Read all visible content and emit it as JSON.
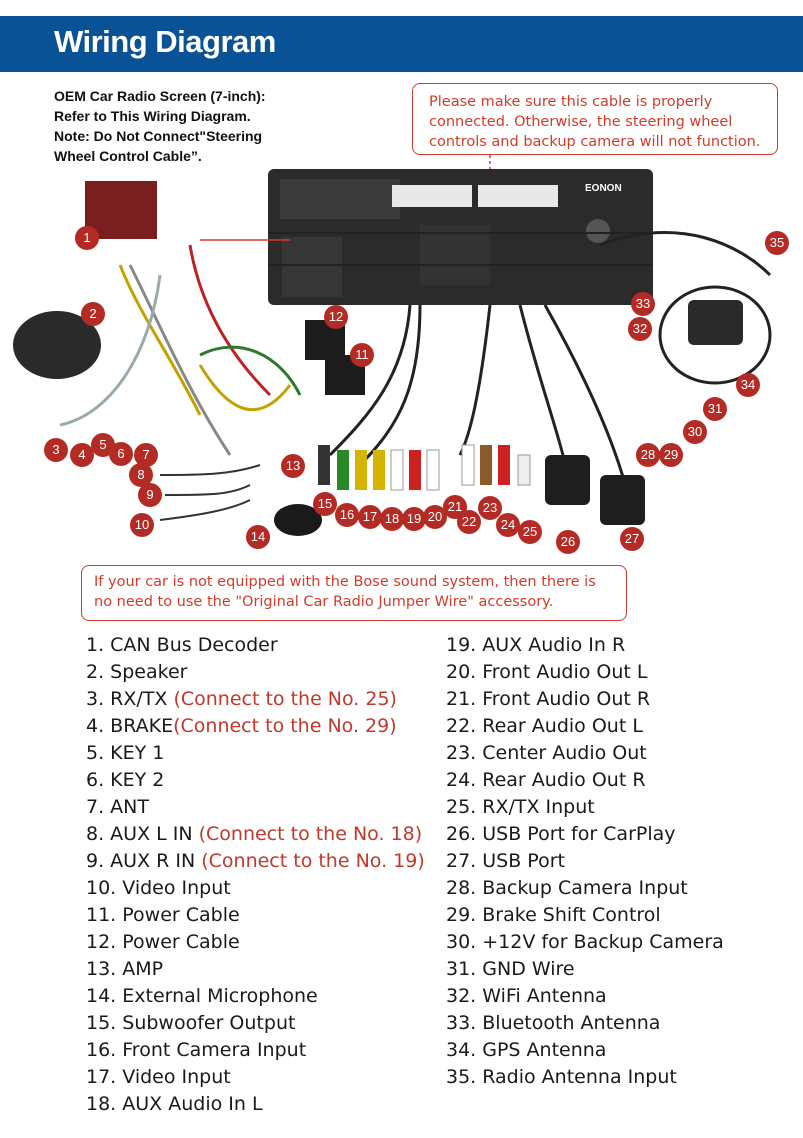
{
  "header": {
    "title": "Wiring Diagram"
  },
  "oem_note": {
    "lines": [
      "OEM Car Radio Screen (7-inch):",
      "Refer to This Wiring Diagram.",
      "Note: Do Not Connect\"Steering",
      "Wheel Control Cable”."
    ]
  },
  "callout_top": {
    "lines": [
      "Please make sure this cable is properly",
      "connected. Otherwise,  the steering wheel",
      "controls and backup camera will not function."
    ]
  },
  "callout_bose": {
    "lines": [
      "If your car is not equipped with the Bose sound system, then there is",
      "no need to use the \"Original Car Radio Jumper Wire\" accessory."
    ]
  },
  "brand": "EONON",
  "colors": {
    "header": "#0a5296",
    "accent_red": "#b32b24",
    "note_red": "#c0392b"
  },
  "markers": [
    "1",
    "2",
    "3",
    "4",
    "5",
    "6",
    "7",
    "8",
    "9",
    "10",
    "11",
    "12",
    "13",
    "14",
    "15",
    "16",
    "17",
    "18",
    "19",
    "20",
    "21",
    "22",
    "23",
    "24",
    "25",
    "26",
    "27",
    "28",
    "29",
    "30",
    "31",
    "32",
    "33",
    "34",
    "35"
  ],
  "legend_left": [
    {
      "text": "1. CAN Bus Decoder",
      "note": ""
    },
    {
      "text": "2. Speaker",
      "note": ""
    },
    {
      "text": "3. RX/TX ",
      "note": "(Connect to the No. 25)"
    },
    {
      "text": "4. BRAKE",
      "note": "(Connect to the No. 29)"
    },
    {
      "text": "5. KEY 1",
      "note": ""
    },
    {
      "text": "6. KEY 2",
      "note": ""
    },
    {
      "text": "7. ANT",
      "note": ""
    },
    {
      "text": "8. AUX L IN  ",
      "note": "(Connect to the No. 18)"
    },
    {
      "text": "9. AUX R IN  ",
      "note": "(Connect to the No. 19)"
    },
    {
      "text": "10. Video Input",
      "note": ""
    },
    {
      "text": "11. Power Cable",
      "note": ""
    },
    {
      "text": "12. Power Cable",
      "note": ""
    },
    {
      "text": "13. AMP",
      "note": ""
    },
    {
      "text": "14. External Microphone",
      "note": ""
    },
    {
      "text": "15. Subwoofer Output",
      "note": ""
    },
    {
      "text": "16. Front Camera Input",
      "note": ""
    },
    {
      "text": "17. Video Input",
      "note": ""
    },
    {
      "text": "18. AUX Audio In L",
      "note": ""
    }
  ],
  "legend_right": [
    {
      "text": "19. AUX Audio In R",
      "note": ""
    },
    {
      "text": "20. Front Audio Out L",
      "note": ""
    },
    {
      "text": "21. Front Audio Out R",
      "note": ""
    },
    {
      "text": "22. Rear Audio Out L",
      "note": ""
    },
    {
      "text": "23. Center Audio Out",
      "note": ""
    },
    {
      "text": "24. Rear Audio Out R",
      "note": ""
    },
    {
      "text": "25. RX/TX Input",
      "note": ""
    },
    {
      "text": "26. USB Port for CarPlay",
      "note": ""
    },
    {
      "text": "27. USB Port",
      "note": ""
    },
    {
      "text": "28. Backup Camera Input",
      "note": ""
    },
    {
      "text": "29. Brake Shift Control",
      "note": ""
    },
    {
      "text": "30. +12V for Backup Camera",
      "note": ""
    },
    {
      "text": "31. GND Wire",
      "note": ""
    },
    {
      "text": "32. WiFi Antenna",
      "note": ""
    },
    {
      "text": "33. Bluetooth Antenna",
      "note": ""
    },
    {
      "text": "34. GPS Antenna",
      "note": ""
    },
    {
      "text": "35. Radio Antenna Input",
      "note": ""
    }
  ]
}
